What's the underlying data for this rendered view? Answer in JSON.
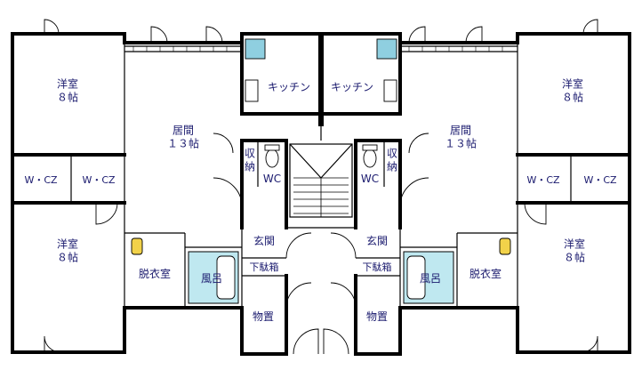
{
  "rooms": {
    "western_room_8": "洋室\n８帖",
    "living_13": "居間\n１３帖",
    "kitchen": "キッチン",
    "closet_wc": "W・CZ",
    "storage_shuno": "収\n納",
    "toilet_wc": "WC",
    "entrance": "玄関",
    "shoe_box": "下駄箱",
    "bath": "風呂",
    "dressing": "脱衣室",
    "storage": "物置"
  },
  "colors": {
    "label": "#1a1a6e",
    "bath_fill": "#bfe8f0",
    "basin_fill": "#f2d24a",
    "kitchen_fill": "#8fcfe0"
  }
}
